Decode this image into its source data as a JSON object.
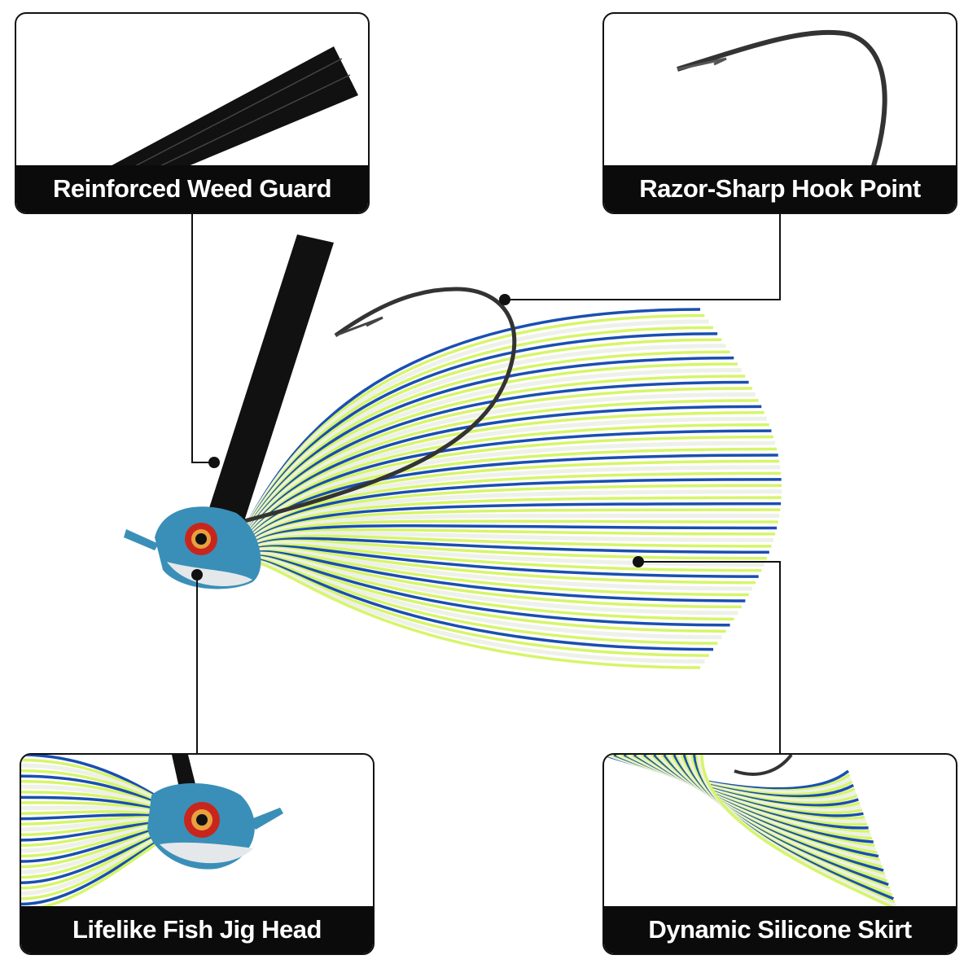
{
  "callouts": {
    "weed_guard": {
      "label": "Reinforced Weed Guard",
      "icon": "weed-guard-closeup"
    },
    "hook_point": {
      "label": "Razor-Sharp Hook Point",
      "icon": "hook-closeup"
    },
    "jig_head": {
      "label": "Lifelike Fish Jig Head",
      "icon": "jig-head-closeup"
    },
    "silicone_skirt": {
      "label": "Dynamic Silicone Skirt",
      "icon": "skirt-closeup"
    }
  },
  "colors": {
    "label_bg": "#0b0b0b",
    "skirt_blue": "#1a4fb0",
    "skirt_chartreuse": "#d6f56a",
    "skirt_white": "#eef0ea",
    "head_blue": "#3a8fb8",
    "eye_red": "#c8261c"
  }
}
